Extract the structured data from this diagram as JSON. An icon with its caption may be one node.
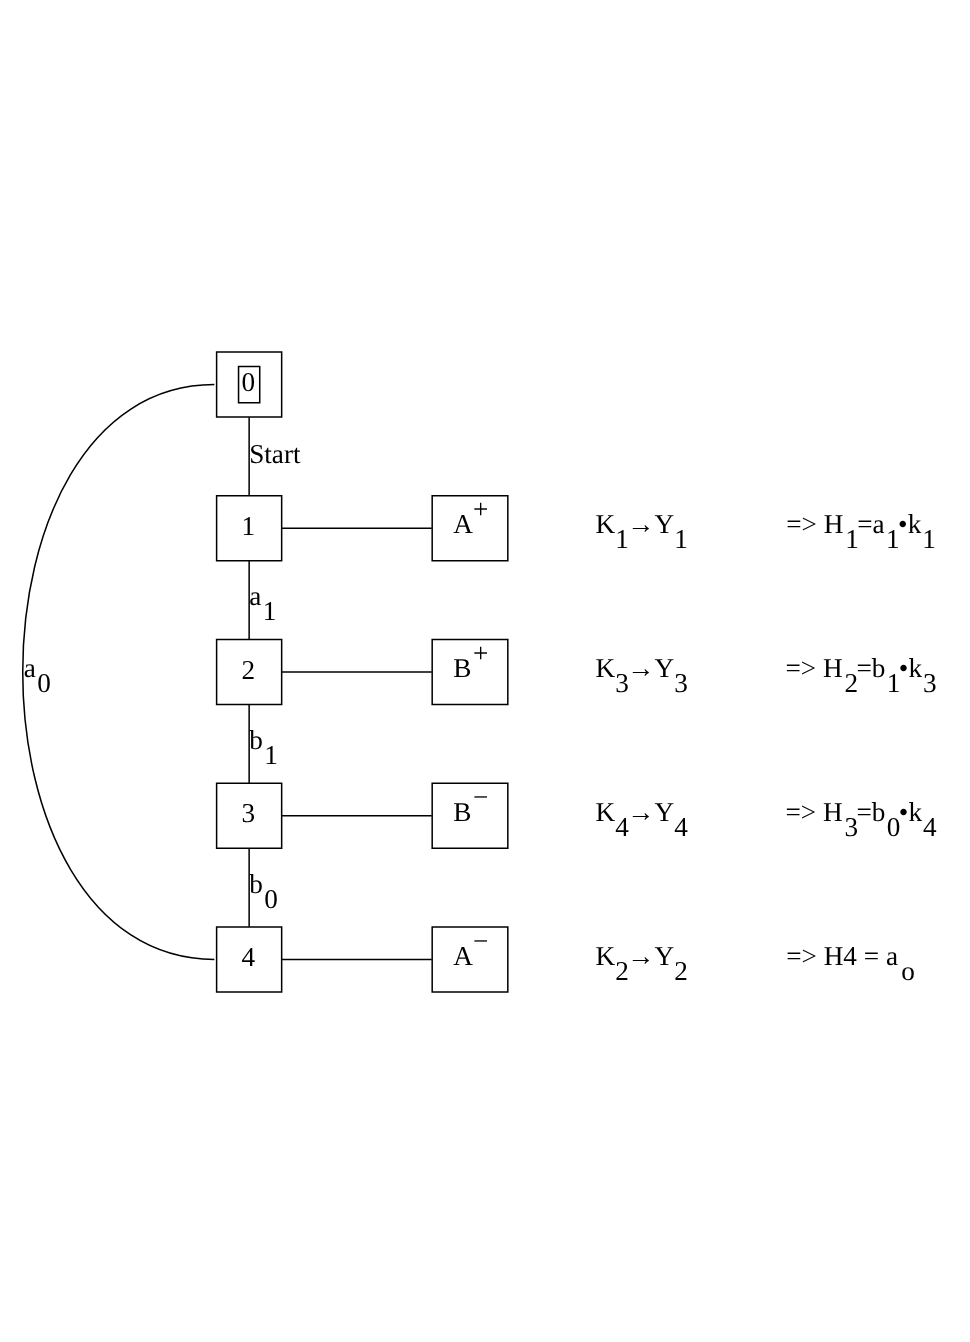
{
  "diagram": {
    "nodes": [
      {
        "text": [
          "0"
        ]
      },
      {
        "text": [
          "1"
        ]
      },
      {
        "text": [
          "A$^{+}$"
        ],
        "beside": [
          "K$_{1}$→Y$_{1}$"
        ]
      },
      {
        "text": [
          "2"
        ]
      },
      {
        "text": [
          "B$^{+}$"
        ],
        "beside": [
          "K$_{3}$→Y$_{3}$"
        ]
      },
      {
        "text": [
          "3"
        ]
      },
      {
        "text": [
          "B$^{−}$"
        ],
        "beside": [
          "K$_{4}$→Y$_{4}$"
        ]
      },
      {
        "text": [
          "4"
        ]
      },
      {
        "text": [
          "A$^{−}$"
        ],
        "beside": [
          "K$_{2}$→Y$_{2}$"
        ]
      }
    ],
    "edges": [
      {
        "from": 0,
        "to": 1,
        "arrow": "none",
        "label": "Start"
      },
      {
        "from": 1,
        "to": 2,
        "arrow": "none"
      },
      {
        "from": 1,
        "to": 3,
        "arrow": "none",
        "label": "a$_{1}$"
      },
      {
        "from": 3,
        "to": 4,
        "arrow": "none"
      },
      {
        "from": 3,
        "to": 5,
        "arrow": "none",
        "label": "b$_{1}$"
      },
      {
        "from": 5,
        "to": 6,
        "arrow": "none"
      },
      {
        "from": 5,
        "to": 7,
        "arrow": "none",
        "label": "b$_{0}$"
      },
      {
        "from": 7,
        "to": 8,
        "arrow": "none"
      },
      {
        "from": 7,
        "to": 0,
        "arrow": "none",
        "label": "a$_{0}$"
      }
    ],
    "labels": [
      "=> H$_{1}$=a$_{1}$•k$_{1}$",
      "=> H$_{2}$=b$_{1}$•k$_{3}$",
      "=> H$_{3}$=b$_{0}$•k$_{4}$",
      "=> H4 = a$_{o}$"
    ]
  }
}
